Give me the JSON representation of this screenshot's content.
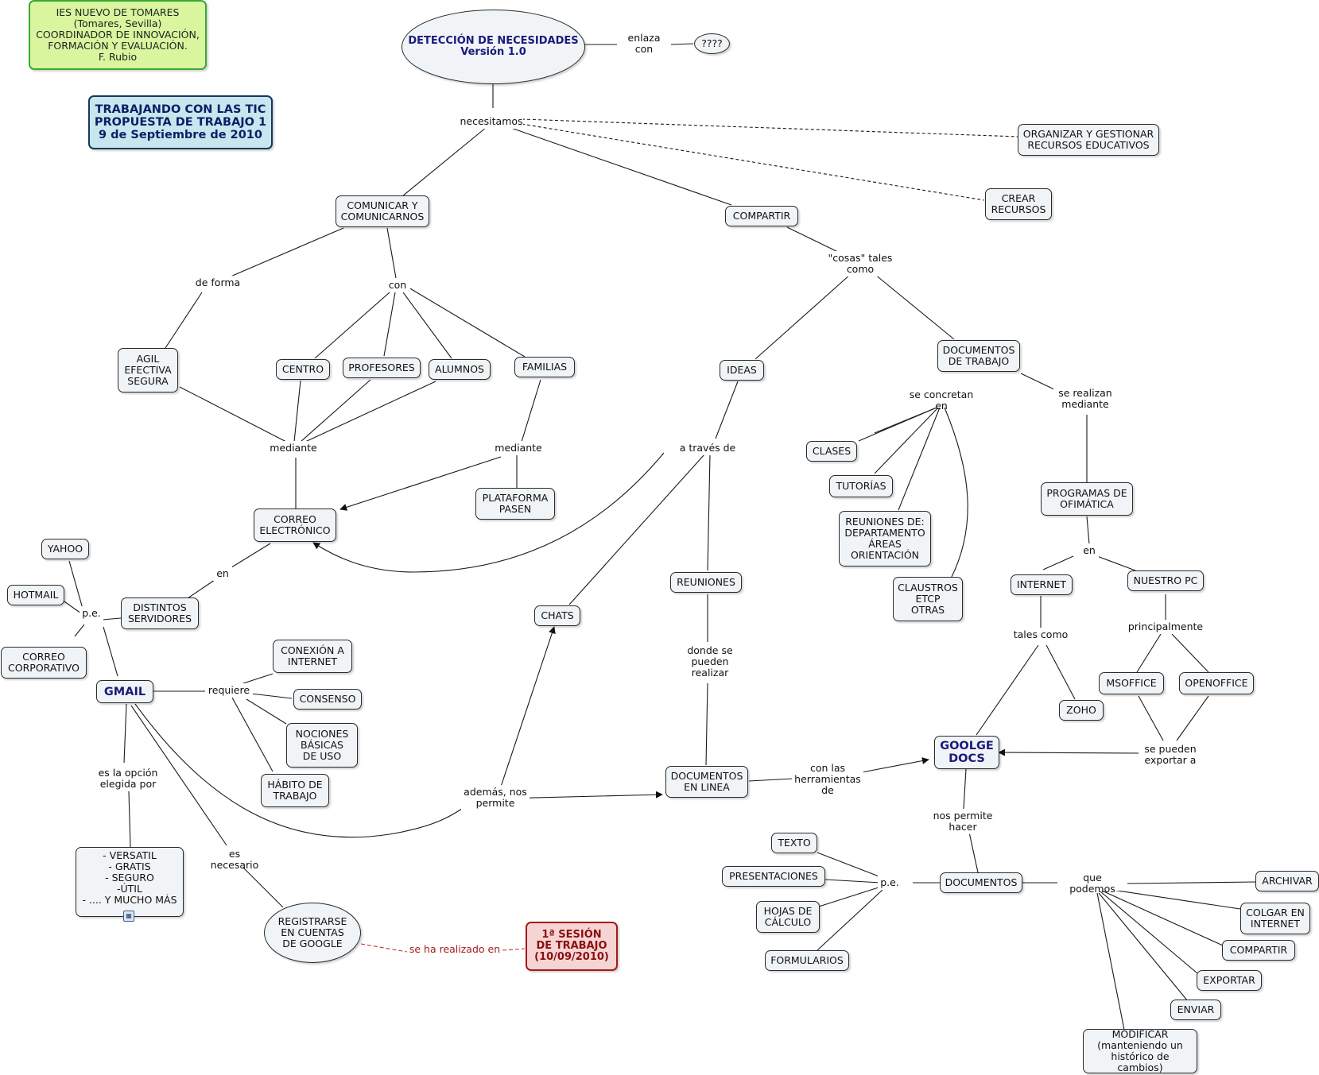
{
  "map": {
    "header_info": "IES NUEVO DE TOMARES\n(Tomares, Sevilla)\nCOORDINADOR DE INNOVACIÓN,\nFORMACIÓN Y EVALUACIÓN.\nF. Rubio",
    "session_title": "TRABAJANDO CON LAS TIC\nPROPUESTA DE TRABAJO 1\n9 de Septiembre de 2010",
    "root": "DETECCIÓN DE NECESIDADES\nVersión 1.0",
    "link_unknown": "????",
    "first_session": "1ª SESIÓN\nDE TRABAJO\n(10/09/2010)"
  },
  "concepts": {
    "organizar": "ORGANIZAR Y GESTIONAR\nRECURSOS EDUCATIVOS",
    "crear": "CREAR\nRECURSOS",
    "comunicar": "COMUNICAR Y\nCOMUNICARNOS",
    "compartir": "COMPARTIR",
    "agil": "AGIL\nEFECTIVA\nSEGURA",
    "centro": "CENTRO",
    "profesores": "PROFESORES",
    "alumnos": "ALUMNOS",
    "familias": "FAMILIAS",
    "plataforma": "PLATAFORMA\nPASEN",
    "correo": "CORREO\nELECTRÓNICO",
    "yahoo": "YAHOO",
    "hotmail": "HOTMAIL",
    "corporativo": "CORREO\nCORPORATIVO",
    "servidores": "DISTINTOS\nSERVIDORES",
    "gmail": "GMAIL",
    "conexion": "CONEXIÓN A\nINTERNET",
    "consenso": "CONSENSO",
    "nociones": "NOCIONES\nBÁSICAS\nDE USO",
    "habito": "HÁBITO DE\nTRABAJO",
    "versatil": "- VERSATIL\n- GRATIS\n- SEGURO\n-ÚTIL\n- .... Y MUCHO MÁS",
    "registrarse": "REGISTRARSE\nEN CUENTAS\nDE GOOGLE",
    "chats": "CHATS",
    "ideas": "IDEAS",
    "reuniones": "REUNIONES",
    "doc_linea": "DOCUMENTOS\nEN LINEA",
    "doc_trabajo": "DOCUMENTOS\nDE TRABAJO",
    "clases": "CLASES",
    "tutorias": "TUTORÍAS",
    "reuniones_de": "REUNIONES DE:\nDEPARTAMENTO\nÁREAS\nORIENTACIÓN",
    "claustros": "CLAUSTROS\nETCP\nOTRAS",
    "programas": "PROGRAMAS DE\nOFIMÁTICA",
    "internet": "INTERNET",
    "nuestro_pc": "NUESTRO PC",
    "msoffice": "MSOFFICE",
    "openoffice": "OPENOFFICE",
    "zoho": "ZOHO",
    "google_docs": "GOOLGE\nDOCS",
    "documentos": "DOCUMENTOS",
    "texto": "TEXTO",
    "presentaciones": "PRESENTACIONES",
    "hojas": "HOJAS DE\nCÁLCULO",
    "formularios": "FORMULARIOS",
    "archivar": "ARCHIVAR",
    "colgar": "COLGAR EN\nINTERNET",
    "compartir2": "COMPARTIR",
    "exportar": "EXPORTAR",
    "enviar": "ENVIAR",
    "modificar": "MODIFICAR\n(manteniendo un\nhistórico de cambios)"
  },
  "links": {
    "enlaza_con": "enlaza con",
    "necesitamos": "necesitamos",
    "de_forma": "de forma",
    "con": "con",
    "mediante1": "mediante",
    "mediante2": "mediante",
    "en1": "en",
    "pe1": "p.e.",
    "requiere": "requiere",
    "es_opcion": "es la opción\nelegida por",
    "es_necesario": "es necesario",
    "realizado_en": "se ha realizado en",
    "ademas": "además, nos\npermite",
    "cosas": "\"cosas\" tales\ncomo",
    "a_traves": "a través de",
    "donde": "donde se\npueden\nrealizar",
    "con_herr": "con las\nherramientas\nde",
    "se_concretan": "se concretan en",
    "se_realizan": "se realizan\nmediante",
    "en2": "en",
    "tales_como": "tales como",
    "principalmente": "principalmente",
    "exportar_a": "se pueden\nexportar a",
    "nos_permite": "nos permite\nhacer",
    "pe2": "p.e.",
    "que_podemos": "que podemos"
  },
  "colors": {
    "node_fill": "#f0f4f6",
    "line": "#1a1a1a",
    "header_fill": "#d9f59e",
    "header_border": "#39a935",
    "title_fill": "#c7e6ee",
    "title_border": "#15375c",
    "session_fill": "#f7d4d4",
    "session_border": "#a21b1b",
    "dashed_red": "#c0392b"
  },
  "icons": {
    "attachment": "attachment-icon"
  }
}
